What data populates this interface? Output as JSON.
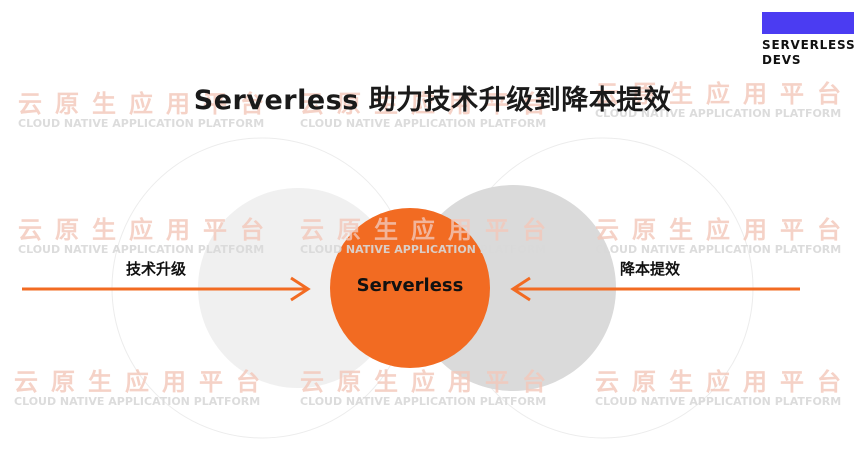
{
  "title": "Serverless 助力技术升级到降本提效",
  "logo": {
    "line1": "SERVERLESS",
    "line2": "DEVS"
  },
  "watermark": {
    "cn": "云原生应用平台",
    "en": "CLOUD NATIVE APPLICATION PLATFORM"
  },
  "diagram": {
    "left_label": "技术升级",
    "right_label": "降本提效",
    "center_label": "Serverless"
  },
  "colors": {
    "accent": "#f26b22",
    "left_circle": "#f0f0f0",
    "right_circle": "#dadada",
    "logo": "#4b3cf2"
  }
}
